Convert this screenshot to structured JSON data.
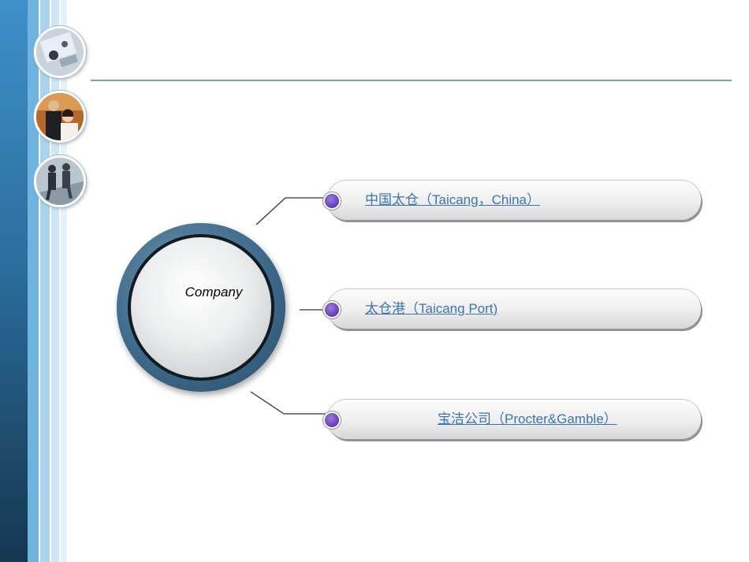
{
  "hub": {
    "label": "Company"
  },
  "links": [
    {
      "text": "中国太仓（Taicang，China）"
    },
    {
      "text": "太仓港（Taicang Port)"
    },
    {
      "text": "宝洁公司（Procter&Gamble）"
    }
  ],
  "colors": {
    "accent_line": "#7a9fc0",
    "link": "#3b74b0",
    "dot": "#6a45b8",
    "hub_ring": "#3f6a8b"
  },
  "sidebar": {
    "thumbnails": [
      {
        "icon": "office-equipment-photo-icon"
      },
      {
        "icon": "business-people-photo-icon"
      },
      {
        "icon": "walking-people-photo-icon"
      }
    ]
  }
}
